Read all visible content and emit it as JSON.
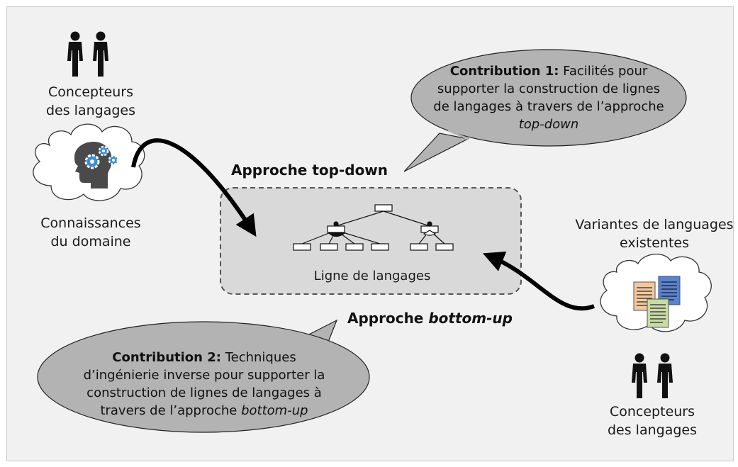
{
  "actors_top": {
    "line1": "Concepteurs",
    "line2": "des langages",
    "icon": "two-people-icon"
  },
  "domain_knowledge": {
    "line1": "Connaissances",
    "line2": "du domaine",
    "icon": "head-gears-icon"
  },
  "contribution1": {
    "title": "Contribution 1:",
    "line1": "Facilités pour",
    "line2": "supporter la construction de lignes",
    "line3": "de langages à travers de l’approche",
    "line4": "top-down"
  },
  "contribution2": {
    "title": "Contribution 2:",
    "line1": "Techniques",
    "line2": "d’ingénierie inverse pour supporter la",
    "line3": "construction de lignes de langages à",
    "line4_prefix": "travers de l’approche",
    "line4_em": "bottom-up"
  },
  "approach_top": "Approche top-down",
  "approach_bottom_prefix": "Approche",
  "approach_bottom_em": "bottom-up",
  "product_line_label": "Ligne de langages",
  "variants": {
    "line1": "Variantes de languages",
    "line2": "existentes",
    "icon": "documents-icon"
  },
  "actors_bottom": {
    "line1": "Concepteurs",
    "line2": "des langages",
    "icon": "two-people-icon"
  },
  "colors": {
    "bubble_fill": "#b3b3b3",
    "box_fill": "#d9d9d9",
    "gear_blue": "#3a8fd6",
    "doc_orange": "#f3c89a",
    "doc_blue": "#5b83c9",
    "doc_green": "#c8dba3"
  }
}
